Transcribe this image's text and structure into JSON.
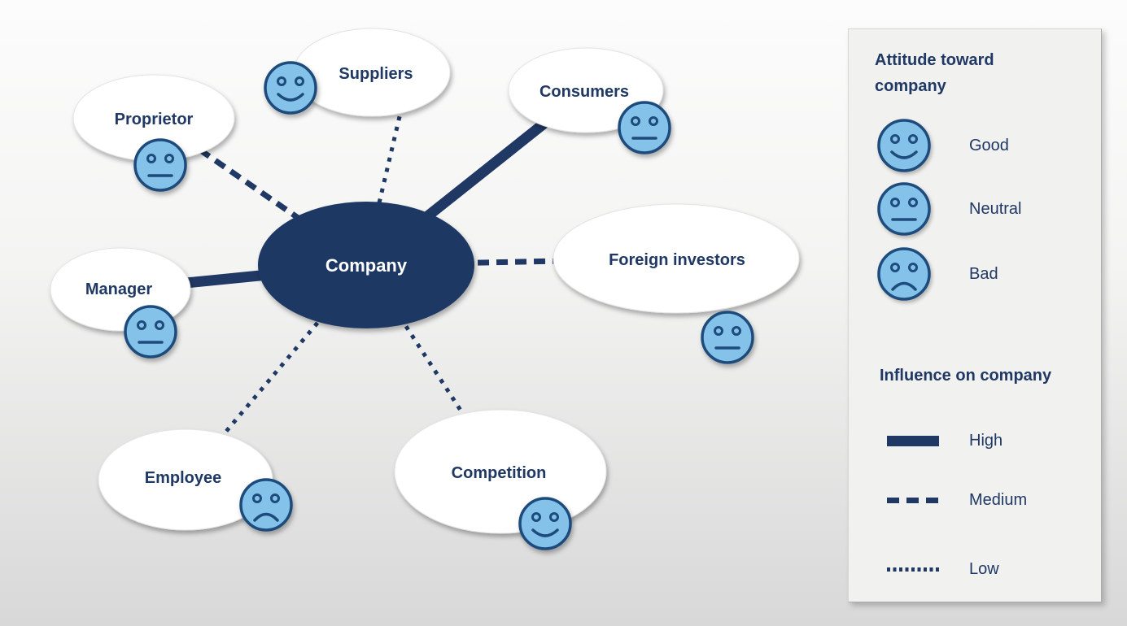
{
  "colors": {
    "navy": "#1F3864",
    "face-fill": "#85C2EA",
    "face-stroke": "#1E4C7C",
    "bubble-fill": "#FFFFFF",
    "panel-bg": "#F1F1F0",
    "bg-top": "#FCFCFC",
    "bg-bottom": "#D8D8D8"
  },
  "center": {
    "label": "Company"
  },
  "nodes": [
    {
      "label": "Proprietor",
      "attitude": "Neutral",
      "influence": "Medium"
    },
    {
      "label": "Suppliers",
      "attitude": "Good",
      "influence": "Low"
    },
    {
      "label": "Consumers",
      "attitude": "Neutral",
      "influence": "High"
    },
    {
      "label": "Manager",
      "attitude": "Neutral",
      "influence": "High"
    },
    {
      "label": "Foreign investors",
      "attitude": "Neutral",
      "influence": "Medium"
    },
    {
      "label": "Employee",
      "attitude": "Bad",
      "influence": "Low"
    },
    {
      "label": "Competition",
      "attitude": "Good",
      "influence": "Low"
    }
  ],
  "legend": {
    "attitude_title": "Attitude toward company",
    "attitude_items": [
      {
        "label": "Good"
      },
      {
        "label": "Neutral"
      },
      {
        "label": "Bad"
      }
    ],
    "influence_title": "Influence on company",
    "influence_items": [
      {
        "label": "High",
        "style": "solid"
      },
      {
        "label": "Medium",
        "style": "dashed"
      },
      {
        "label": "Low",
        "style": "dotted"
      }
    ]
  }
}
